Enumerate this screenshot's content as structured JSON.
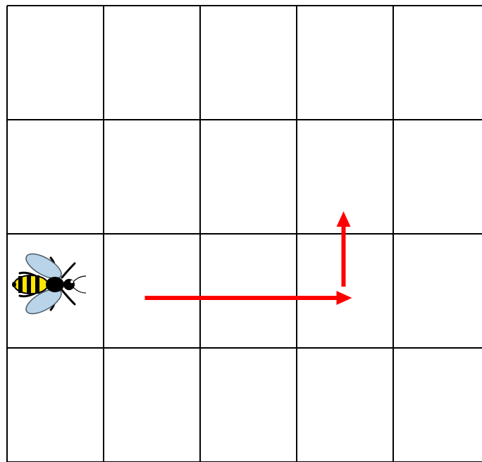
{
  "grid": {
    "rows": 4,
    "columns": 5,
    "line_color": "#000000",
    "background_color": "#ffffff"
  },
  "bee": {
    "icon": "bee-icon",
    "cell": {
      "row": 3,
      "column": 1
    },
    "colors": {
      "body_yellow": "#ffe600",
      "body_black": "#000000",
      "wing": "#b9d3e8",
      "wing_outline": "#4a5a66"
    }
  },
  "path_arrows": {
    "color": "#ff0000",
    "segments": [
      {
        "direction": "right",
        "from_cell": {
          "row": 3,
          "column": 2
        },
        "to_cell": {
          "row": 3,
          "column": 4
        }
      },
      {
        "direction": "up",
        "from_cell": {
          "row": 3,
          "column": 4
        },
        "to_cell": {
          "row": 2,
          "column": 4
        }
      }
    ]
  }
}
